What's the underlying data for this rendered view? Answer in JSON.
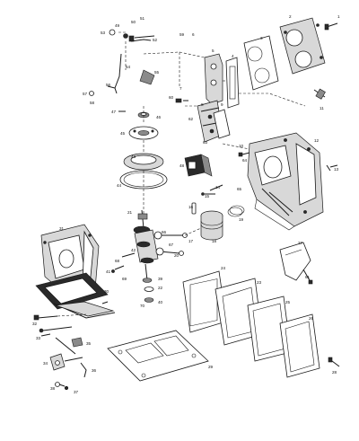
{
  "callouts": {
    "c1": "1",
    "c2": "2",
    "c3": "3",
    "c4": "4",
    "c5": "5",
    "c6": "6",
    "c7": "7",
    "c8": "8",
    "c9": "9",
    "c10": "10",
    "c11": "11",
    "c12": "12",
    "c13": "13",
    "c14": "14",
    "c15": "15",
    "c16": "16",
    "c17": "17",
    "c18": "18",
    "c19": "19",
    "c20": "20",
    "c21": "21",
    "c22": "22",
    "c23": "23",
    "c24": "24",
    "c25": "25",
    "c26": "26",
    "c27": "27",
    "c28": "28",
    "c29": "29",
    "c30": "30",
    "c31": "31",
    "c32": "32",
    "c33": "33",
    "c34": "34",
    "c35": "35",
    "c36": "36",
    "c37": "37",
    "c38": "38",
    "c39": "39",
    "c40": "40",
    "c41": "41",
    "c42": "42",
    "c43": "43",
    "c44": "44",
    "c45": "45",
    "c46": "46",
    "c47": "47",
    "c48": "48",
    "c49": "49",
    "c50": "50",
    "c51": "51",
    "c52": "52",
    "c53": "53",
    "c54": "54",
    "c55": "55",
    "c56": "56",
    "c57": "57",
    "c58": "58",
    "c59": "59",
    "c60": "60",
    "c61": "61",
    "c62": "62",
    "c63": "63",
    "c64": "64",
    "c65": "65",
    "c66": "66",
    "c67": "67",
    "c68": "68",
    "c69": "69",
    "c70": "70"
  },
  "colors": {
    "ink": "#1a1a1a",
    "paper": "#ffffff",
    "shade": "#8a8a8a"
  }
}
